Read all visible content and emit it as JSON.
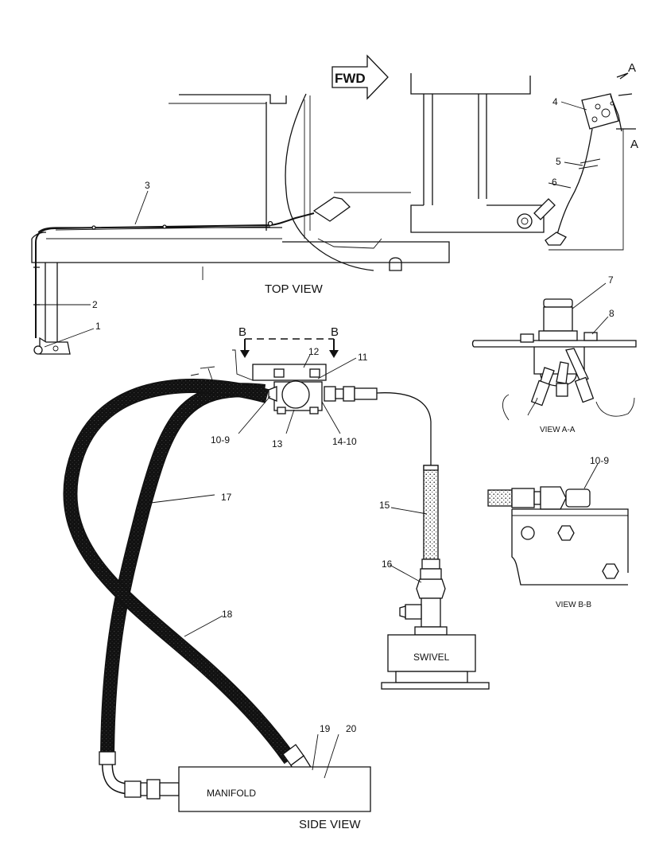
{
  "direction_arrow": "FWD",
  "view_labels": {
    "top": "TOP VIEW",
    "side": "SIDE VIEW",
    "a": "VIEW A-A",
    "b": "VIEW B-B"
  },
  "section_markers": {
    "a_top": "A",
    "a_bottom": "A",
    "b_left": "B",
    "b_right": "B"
  },
  "component_labels": {
    "swivel": "SWIVEL",
    "manifold": "MANIFOLD"
  },
  "callouts": {
    "c1": "1",
    "c2": "2",
    "c3": "3",
    "c4": "4",
    "c5": "5",
    "c6": "6",
    "c7": "7",
    "c8": "8",
    "c11": "11",
    "c12": "12",
    "c13": "13",
    "c10_9": "10-9",
    "c14_10": "14-10",
    "c15": "15",
    "c16": "16",
    "c17": "17",
    "c18": "18",
    "c19": "19",
    "c20": "20",
    "c10_9_b": "10-9"
  }
}
